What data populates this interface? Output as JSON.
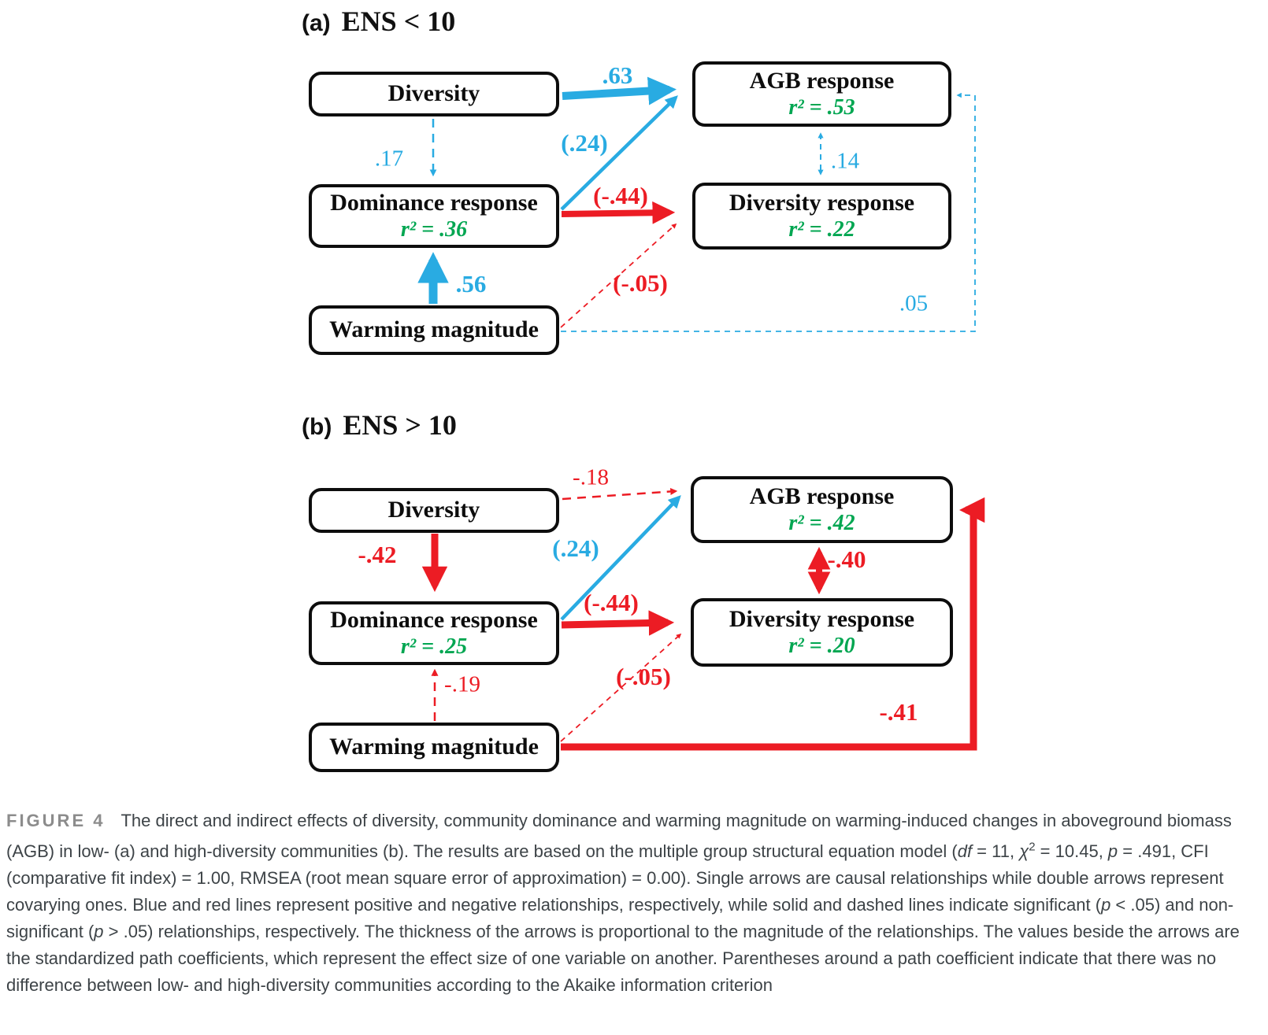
{
  "panels": {
    "a": {
      "label": "(a)",
      "title": "ENS < 10",
      "boxes": {
        "diversity": {
          "label": "Diversity"
        },
        "agb": {
          "label": "AGB response",
          "r2": "r² = .53"
        },
        "dominance": {
          "label": "Dominance response",
          "r2": "r² = .36"
        },
        "divresp": {
          "label": "Diversity response",
          "r2": "r² = .22"
        },
        "warming": {
          "label": "Warming magnitude"
        }
      },
      "paths": [
        {
          "from": "Diversity",
          "to": "AGB response",
          "coef": ".63",
          "color": "blue",
          "line": "solid"
        },
        {
          "from": "Diversity",
          "to": "Dominance response",
          "coef": ".17",
          "color": "blue",
          "line": "dashed"
        },
        {
          "from": "Dominance response",
          "to": "AGB response",
          "coef": "(.24)",
          "color": "blue",
          "line": "solid"
        },
        {
          "from": "Dominance response",
          "to": "Diversity response",
          "coef": "(-.44)",
          "color": "red",
          "line": "solid"
        },
        {
          "from": "Warming magnitude",
          "to": "Dominance response",
          "coef": ".56",
          "color": "blue",
          "line": "solid"
        },
        {
          "from": "Warming magnitude",
          "to": "Diversity response",
          "coef": "(-.05)",
          "color": "red",
          "line": "dashed"
        },
        {
          "from": "Warming magnitude",
          "to": "AGB response",
          "coef": ".05",
          "color": "blue",
          "line": "dashed"
        },
        {
          "from": "AGB response",
          "to": "Diversity response",
          "coef": ".14",
          "color": "blue",
          "line": "dashed-double"
        }
      ]
    },
    "b": {
      "label": "(b)",
      "title": "ENS > 10",
      "boxes": {
        "diversity": {
          "label": "Diversity"
        },
        "agb": {
          "label": "AGB response",
          "r2": "r² = .42"
        },
        "dominance": {
          "label": "Dominance response",
          "r2": "r² = .25"
        },
        "divresp": {
          "label": "Diversity response",
          "r2": "r² = .20"
        },
        "warming": {
          "label": "Warming magnitude"
        }
      },
      "paths": [
        {
          "from": "Diversity",
          "to": "AGB response",
          "coef": "-.18",
          "color": "red",
          "line": "dashed"
        },
        {
          "from": "Diversity",
          "to": "Dominance response",
          "coef": "-.42",
          "color": "red",
          "line": "solid"
        },
        {
          "from": "Dominance response",
          "to": "AGB response",
          "coef": "(.24)",
          "color": "blue",
          "line": "solid"
        },
        {
          "from": "Dominance response",
          "to": "Diversity response",
          "coef": "(-.44)",
          "color": "red",
          "line": "solid"
        },
        {
          "from": "Warming magnitude",
          "to": "Dominance response",
          "coef": "-.19",
          "color": "red",
          "line": "dashed"
        },
        {
          "from": "Warming magnitude",
          "to": "Diversity response",
          "coef": "(-.05)",
          "color": "red",
          "line": "dashed"
        },
        {
          "from": "Warming magnitude",
          "to": "AGB response",
          "coef": "-.41",
          "color": "red",
          "line": "solid"
        },
        {
          "from": "AGB response",
          "to": "Diversity response",
          "coef": "-.40",
          "color": "red",
          "line": "solid-double"
        }
      ]
    }
  },
  "colors": {
    "positive_blue": "#29ABE2",
    "negative_red": "#EC1C24",
    "r2_green": "#00A651"
  },
  "caption": {
    "label": "FIGURE 4",
    "parts": [
      {
        "t": "The direct and indirect effects of diversity, community dominance and warming magnitude on warming-induced changes in aboveground biomass (AGB) in low- (a) and high-diversity communities (b). The results are based on the multiple group structural equation model (",
        "s": ""
      },
      {
        "t": "df",
        "s": "i"
      },
      {
        "t": " = 11, ",
        "s": ""
      },
      {
        "t": "χ",
        "s": "i"
      },
      {
        "t": "2",
        "s": "sup"
      },
      {
        "t": " = 10.45, ",
        "s": ""
      },
      {
        "t": "p",
        "s": "i"
      },
      {
        "t": " = .491, CFI (comparative fit index) = 1.00, RMSEA (root mean square error of approximation) = 0.00). Single arrows are causal relationships while double arrows represent covarying ones. Blue and red lines represent positive and negative relationships, respectively, while solid and dashed lines indicate significant (",
        "s": ""
      },
      {
        "t": "p",
        "s": "i"
      },
      {
        "t": " < .05) and non-significant (",
        "s": ""
      },
      {
        "t": "p",
        "s": "i"
      },
      {
        "t": " > .05) relationships, respectively. The thickness of the arrows is proportional to the magnitude of the relationships. The values beside the arrows are the standardized path coefficients, which represent the effect size of one variable on another. Parentheses around a path coefficient indicate that there was no difference between low- and high-diversity communities according to the Akaike information criterion",
        "s": ""
      }
    ]
  }
}
